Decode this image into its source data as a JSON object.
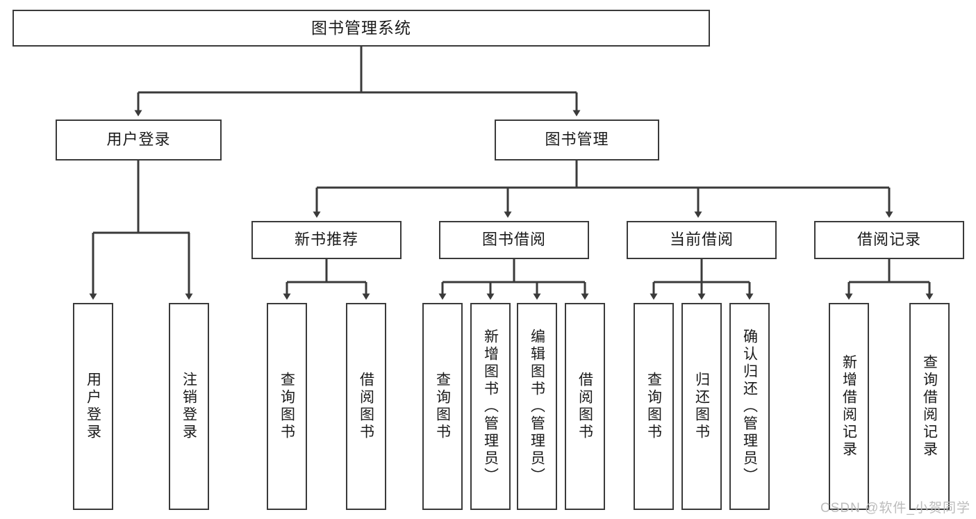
{
  "diagram": {
    "title": "图书管理系统",
    "watermark": "CSDN @软件_小贺同学",
    "stroke_color": "#3a3a3a",
    "background_color": "#ffffff",
    "text_color": "#1a1a1a",
    "watermark_color": "#bcbcbc"
  },
  "nodes": {
    "root": {
      "label": "图书管理系统",
      "level": 0
    },
    "l1": [
      {
        "id": "user-login",
        "label": "用户登录"
      },
      {
        "id": "book-management",
        "label": "图书管理"
      }
    ],
    "l2": [
      {
        "id": "new-book-recommend",
        "label": "新书推荐",
        "parent": "book-management"
      },
      {
        "id": "book-borrow",
        "label": "图书借阅",
        "parent": "book-management"
      },
      {
        "id": "current-borrow",
        "label": "当前借阅",
        "parent": "book-management"
      },
      {
        "id": "borrow-record",
        "label": "借阅记录",
        "parent": "book-management"
      }
    ],
    "leaves": {
      "user-login": [
        {
          "id": "leaf-user-login",
          "label": "用户登录"
        },
        {
          "id": "leaf-user-logout",
          "label": "注销登录"
        }
      ],
      "new-book-recommend": [
        {
          "id": "leaf-query-book-1",
          "label": "查询图书"
        },
        {
          "id": "leaf-borrow-book-1",
          "label": "借阅图书"
        }
      ],
      "book-borrow": [
        {
          "id": "leaf-query-book-2",
          "label": "查询图书"
        },
        {
          "id": "leaf-add-book",
          "label": "新增图书（管理员）"
        },
        {
          "id": "leaf-edit-book",
          "label": "编辑图书（管理员）"
        },
        {
          "id": "leaf-borrow-book-2",
          "label": "借阅图书"
        }
      ],
      "current-borrow": [
        {
          "id": "leaf-query-book-3",
          "label": "查询图书"
        },
        {
          "id": "leaf-return-book",
          "label": "归还图书"
        },
        {
          "id": "leaf-confirm-return",
          "label": "确认归还（管理员）"
        }
      ],
      "borrow-record": [
        {
          "id": "leaf-add-record",
          "label": "新增借阅记录"
        },
        {
          "id": "leaf-query-record",
          "label": "查询借阅记录"
        }
      ]
    }
  }
}
